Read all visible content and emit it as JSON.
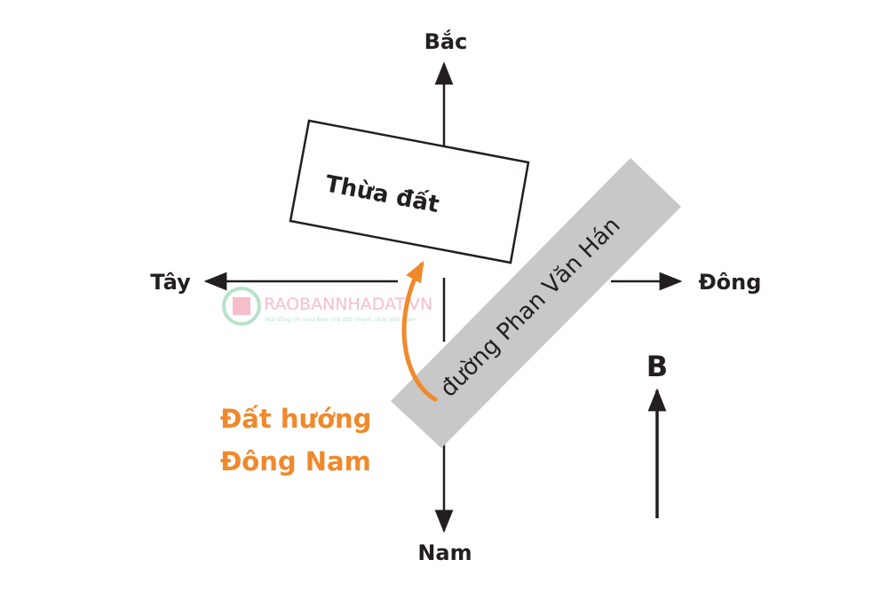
{
  "directions": {
    "north": "Bắc",
    "south": "Nam",
    "west": "Tây",
    "east": "Đông"
  },
  "plot_label": "Thừa đất",
  "road_label": "đường Phan Văn Hán",
  "orientation_label": {
    "line1": "Đất hướng",
    "line2": "Đông Nam"
  },
  "north_marker": "B",
  "watermark": {
    "brand": "RAOBANNHADAT.VN",
    "tagline": "Nơi đăng tin mua bán nhà đất nhanh nhất Việt Nam"
  },
  "colors": {
    "accent": "#f0892a",
    "road": "#c8c8c8",
    "ink": "#231f20",
    "watermark": "#f08aa0"
  }
}
